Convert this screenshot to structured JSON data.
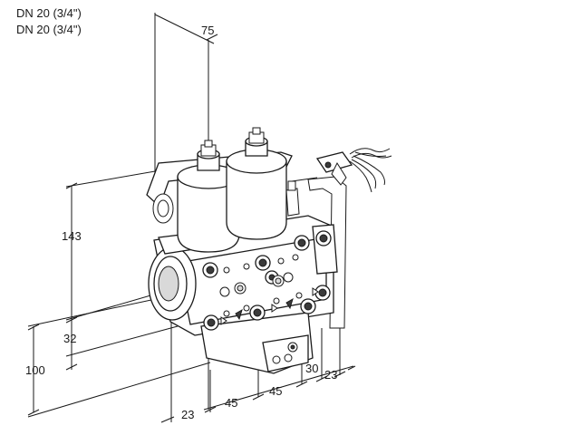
{
  "header": {
    "line1": "DN 20 (3/4\")",
    "line2": "DN 20 (3/4\")"
  },
  "dimensions": {
    "top_depth": "75",
    "height_upper": "143",
    "height_mid": "32",
    "height_total": "100",
    "offset_left": "23",
    "spacing_1": "45",
    "spacing_2": "45",
    "offset_30": "30",
    "offset_right": "23"
  }
}
